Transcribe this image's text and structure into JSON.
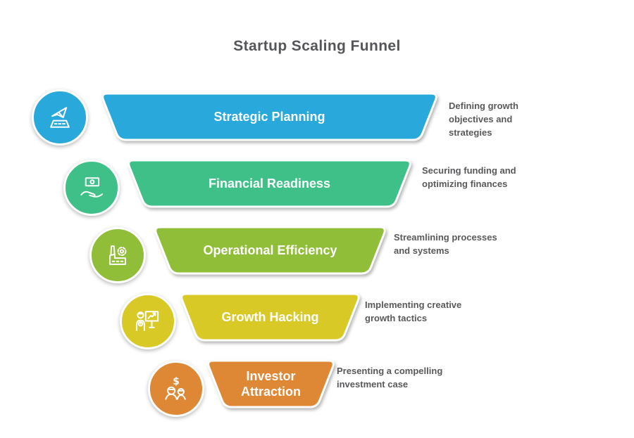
{
  "title": "Startup Scaling Funnel",
  "colors": {
    "bg": "#FFFFFF",
    "title": "#55565A",
    "desc": "#58595B"
  },
  "stages": [
    {
      "label": "Strategic Planning",
      "description": "Defining growth objectives and strategies",
      "color": "#29A8DC",
      "icon": "plane-takeoff-icon"
    },
    {
      "label": "Financial Readiness",
      "description": "Securing funding and optimizing finances",
      "color": "#3EC088",
      "icon": "cash-in-hand-icon"
    },
    {
      "label": "Operational Efficiency",
      "description": "Streamlining processes and systems",
      "color": "#90BE38",
      "icon": "factory-gear-icon"
    },
    {
      "label": "Growth Hacking",
      "description": "Implementing creative growth tactics",
      "color": "#D9C926",
      "icon": "growth-presentation-icon"
    },
    {
      "label": "Investor Attraction",
      "description": "Presenting a compelling investment case",
      "color": "#DE8734",
      "icon": "investors-dollar-icon"
    }
  ]
}
